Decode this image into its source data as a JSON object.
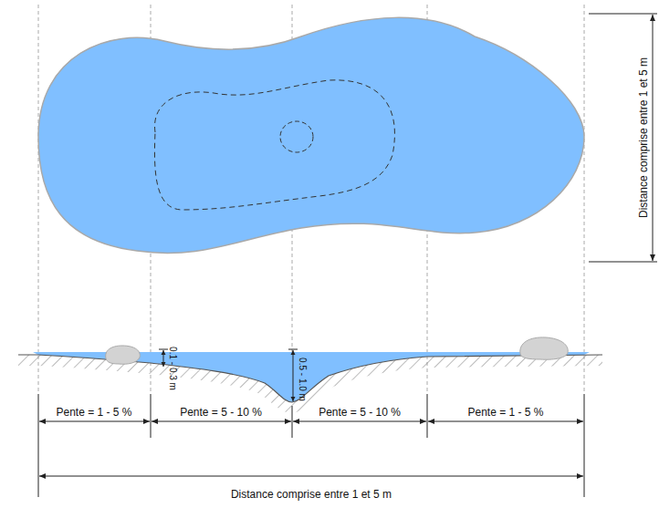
{
  "diagram": {
    "labels": [
      "Distance comprise entre 1 et 5 m",
      "0.1 - 0.3 m",
      "0.5 - 1.0 m",
      "Pente = 1 - 5 %",
      "Pente = 5 - 10 %",
      "Pente = 5 - 10 %",
      "Pente = 1 - 5 %",
      "Distance comprise entre 1 et 5 m"
    ]
  }
}
